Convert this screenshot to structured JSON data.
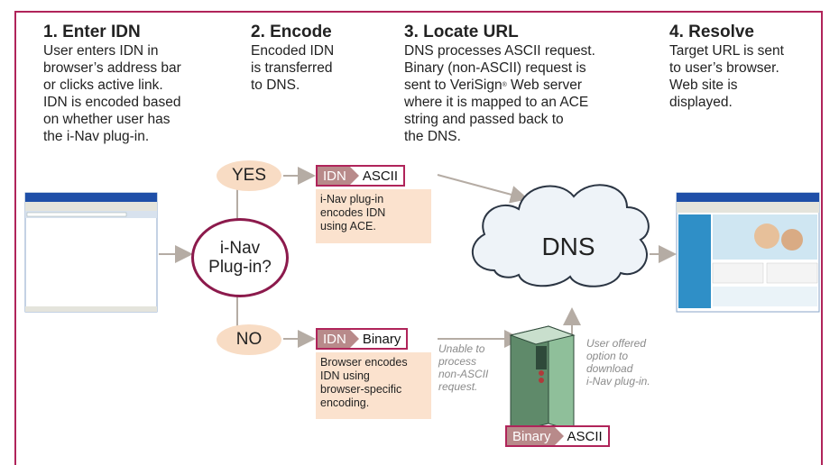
{
  "steps": [
    {
      "title": "1. Enter IDN",
      "desc": "User enters IDN in\nbrowser’s address bar\nor clicks active link.\nIDN is encoded based\non whether user has\nthe i-Nav plug-in."
    },
    {
      "title": "2. Encode",
      "desc": "Encoded IDN\nis transferred\nto DNS."
    },
    {
      "title": "3. Locate URL",
      "desc_a": "DNS processes ASCII request.\nBinary (non-ASCII) request is\nsent to VeriSign",
      "desc_sup": "®",
      "desc_b": " Web server\nwhere it is mapped to an ACE\nstring and passed back to\nthe DNS."
    },
    {
      "title": "4. Resolve",
      "desc": "Target URL is sent\nto user’s browser.\nWeb site is\ndisplayed."
    }
  ],
  "yes_label": "YES",
  "no_label": "NO",
  "hub": {
    "line1": "i-Nav",
    "line2": "Plug-in?"
  },
  "ascii_box": {
    "a": "IDN",
    "b": "ASCII"
  },
  "binary_box": {
    "a": "IDN",
    "b": "Binary"
  },
  "server_box": {
    "a": "Binary",
    "b": "ASCII"
  },
  "ascii_note": "i-Nav plug-in\nencodes IDN\nusing ACE.",
  "binary_note": "Browser encodes\nIDN using\nbrowser-specific\nencoding.",
  "unable_note": "Unable to\nprocess\nnon-ASCII\nrequest.",
  "offer_note": "User offered\noption to\ndownload\ni-Nav plug-in.",
  "dns_label": "DNS",
  "colors": {
    "frame": "#b0245a",
    "oval": "#f8dcc4",
    "note": "#fbe2ce",
    "arrow": "#b5aca4",
    "tag": "#b88a8a"
  }
}
